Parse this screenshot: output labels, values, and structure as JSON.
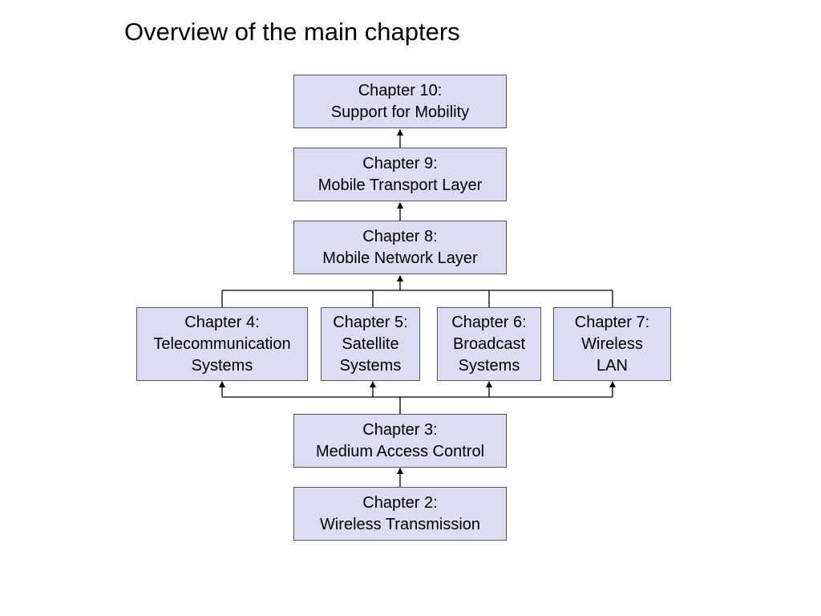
{
  "title": "Overview of the main chapters",
  "chapters": {
    "ch10": {
      "lines": [
        "Chapter 10:",
        "Support for Mobility"
      ]
    },
    "ch9": {
      "lines": [
        "Chapter 9:",
        "Mobile Transport Layer"
      ]
    },
    "ch8": {
      "lines": [
        "Chapter 8:",
        "Mobile Network Layer"
      ]
    },
    "ch4": {
      "lines": [
        "Chapter 4:",
        "Telecommunication",
        "Systems"
      ]
    },
    "ch5": {
      "lines": [
        "Chapter 5:",
        "Satellite",
        "Systems"
      ]
    },
    "ch6": {
      "lines": [
        "Chapter 6:",
        "Broadcast",
        "Systems"
      ]
    },
    "ch7": {
      "lines": [
        "Chapter 7:",
        "Wireless",
        "LAN"
      ]
    },
    "ch3": {
      "lines": [
        "Chapter 3:",
        "Medium Access Control"
      ]
    },
    "ch2": {
      "lines": [
        "Chapter 2:",
        "Wireless Transmission"
      ]
    }
  },
  "colors": {
    "box_fill": "#dcdcf5",
    "box_border": "#555555",
    "connector": "#000000"
  }
}
